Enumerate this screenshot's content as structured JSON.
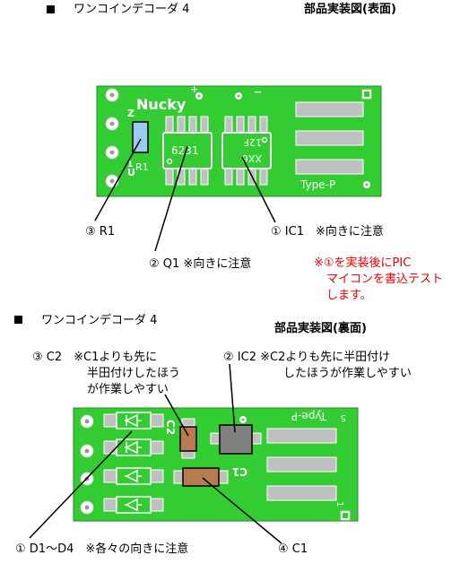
{
  "top": {
    "title": "ワンコインデコーダ 4",
    "view": "部品実装図(表面)",
    "board": {
      "brand": "Nucky",
      "ic1_text_1": "XX6",
      "ic1_text_2": "12F",
      "q1_text": "6231",
      "r1_text": "R1",
      "type_text": "Type-P",
      "plus": "+",
      "minus": "−",
      "pin_letters": [
        "Z",
        "U",
        "1"
      ]
    },
    "labels": {
      "r1": "③ R1",
      "q1": "② Q1 ※向きに注意",
      "ic1": "① IC1　※向きに注意"
    },
    "note_lines": [
      "※①を実装後にPIC",
      "マイコンを書込テスト",
      "します。"
    ]
  },
  "bottom": {
    "title": "ワンコインデコーダ 4",
    "view": "部品実装図(裏面)",
    "board": {
      "type_text": "Type-P",
      "pin_5": "5",
      "pin_1": "1",
      "c2_text": "C2",
      "c1_text": "C1"
    },
    "labels": {
      "c2_lines": [
        "③ C2　※C1よりも先に",
        "半田付けしたほう",
        "が作業しやすい"
      ],
      "ic2_lines": [
        "② IC2 ※C2よりも先に半田付け",
        "したほうが作業しやすい"
      ],
      "d": "① D1～D4　※各々の向きに注意",
      "c1": "④ C1"
    }
  },
  "colors": {
    "pcb_green": "#33cc33",
    "pad_gray": "#c0c0c0",
    "r1_blue": "#99ccee",
    "cap_brown": "#b87a50",
    "ic2_gray": "#808080",
    "note_red": "#e60000"
  }
}
